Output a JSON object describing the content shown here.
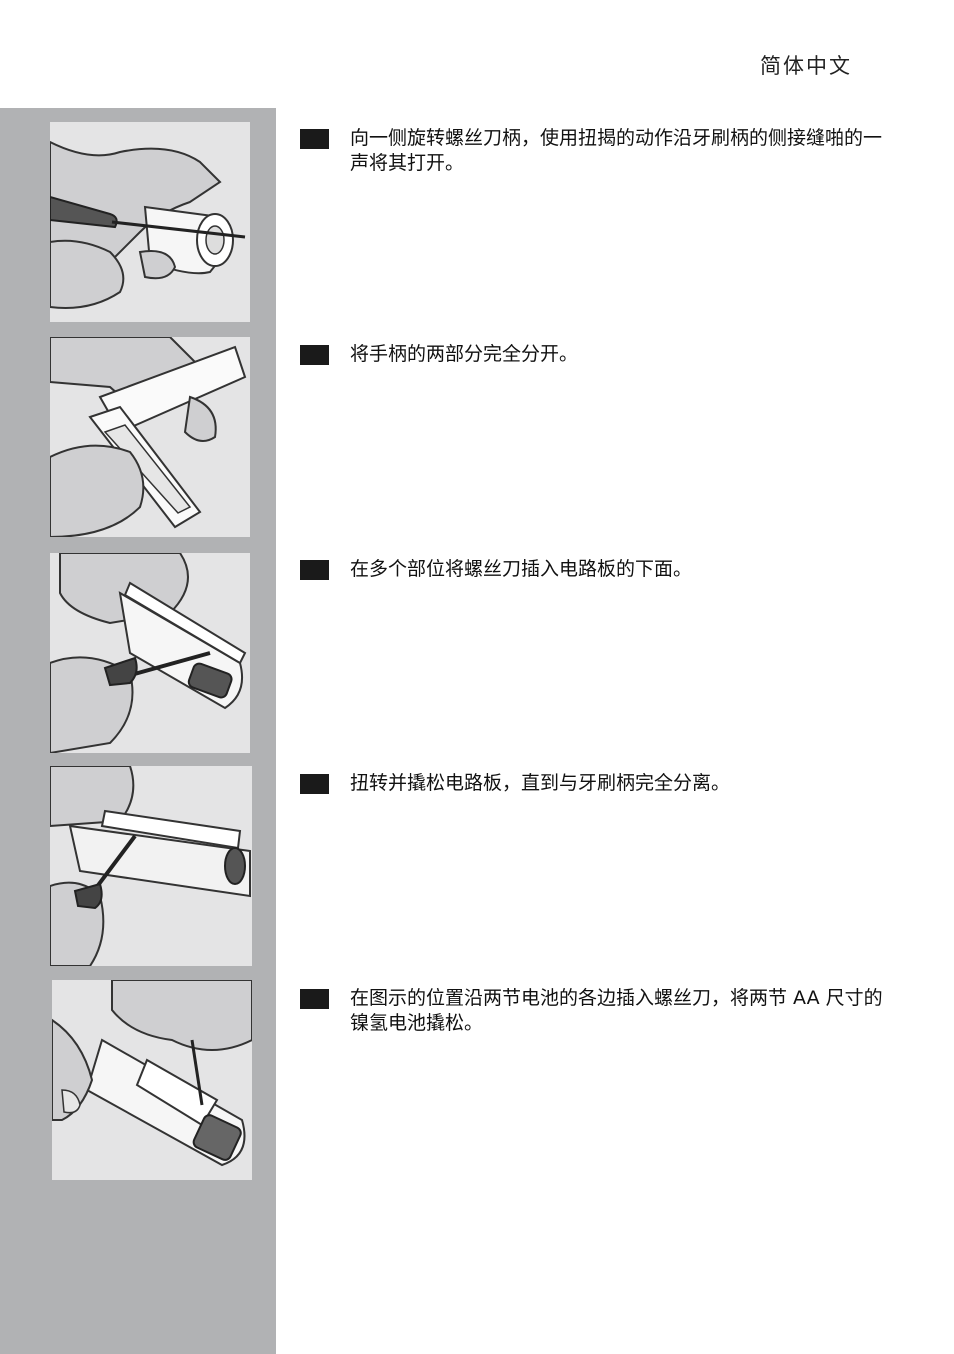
{
  "header": {
    "language": "简体中文"
  },
  "steps": [
    {
      "text": "向一侧旋转螺丝刀柄，使用扭揭的动作沿牙刷柄的侧接缝啪的一声将其打开。",
      "illustration": "screwdriver-opening-handle"
    },
    {
      "text": "将手柄的两部分完全分开。",
      "illustration": "separating-handle-halves"
    },
    {
      "text": "在多个部位将螺丝刀插入电路板的下面。",
      "illustration": "screwdriver-under-circuit-board"
    },
    {
      "text": "扭转并撬松电路板，直到与牙刷柄完全分离。",
      "illustration": "prying-circuit-board-loose"
    },
    {
      "text": "在图示的位置沿两节电池的各边插入螺丝刀，将两节 AA 尺寸的镍氢电池撬松。",
      "illustration": "prying-aa-batteries-loose"
    }
  ],
  "colors": {
    "sidebar": "#b1b2b4",
    "illustration_bg": "#e4e4e5",
    "marker": "#1a1a1a"
  }
}
